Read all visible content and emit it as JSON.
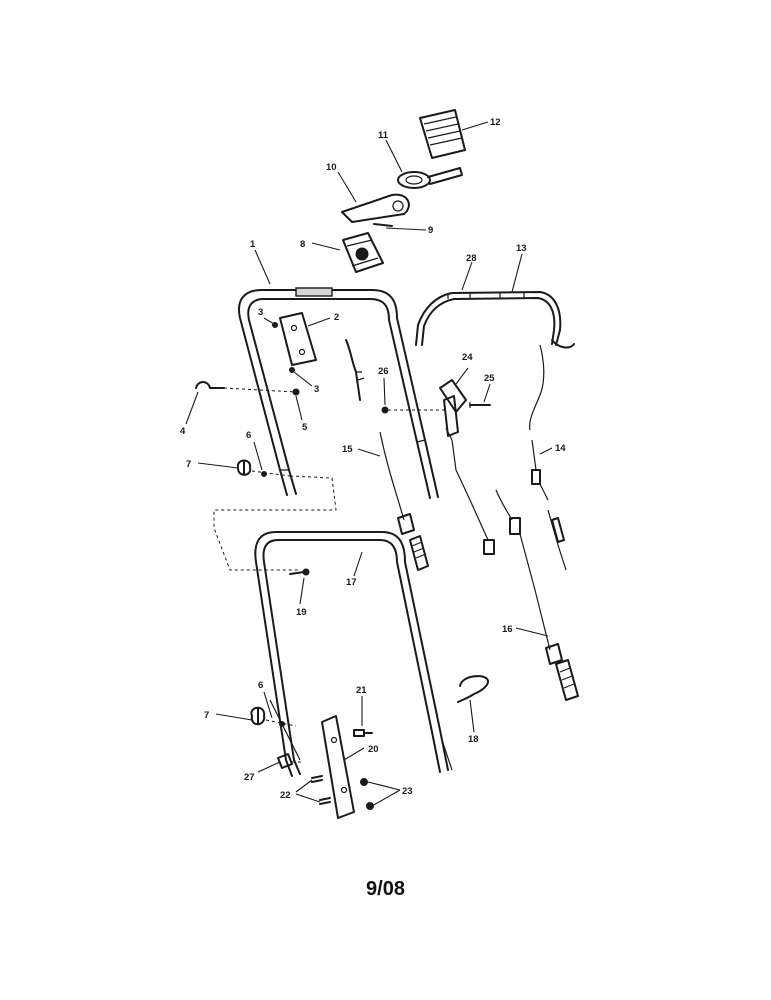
{
  "callouts": {
    "c1": "1",
    "c2": "2",
    "c3a": "3",
    "c3b": "3",
    "c4": "4",
    "c5": "5",
    "c6a": "6",
    "c6b": "6",
    "c7a": "7",
    "c7b": "7",
    "c8": "8",
    "c9": "9",
    "c10": "10",
    "c11": "11",
    "c12": "12",
    "c13": "13",
    "c14": "14",
    "c15": "15",
    "c16": "16",
    "c17": "17",
    "c18": "18",
    "c19": "19",
    "c20": "20",
    "c21": "21",
    "c22": "22",
    "c23": "23",
    "c24": "24",
    "c25": "25",
    "c26": "26",
    "c27": "27",
    "c28": "28"
  },
  "footer": {
    "date": "9/08"
  }
}
